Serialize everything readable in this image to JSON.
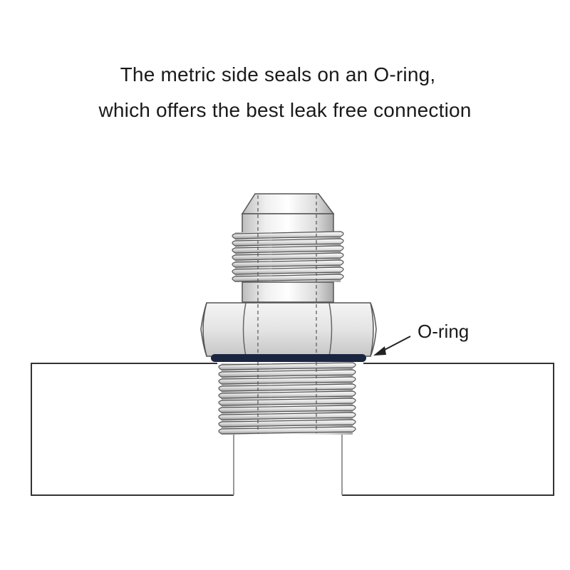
{
  "caption": {
    "line1": "The metric side seals on an O-ring,",
    "line2": "which offers the best leak free connection"
  },
  "labels": {
    "oring": "O-ring"
  },
  "colors": {
    "oring": "#1a2540",
    "outline": "#555555",
    "metal_light": "#f2f2f2",
    "metal_mid": "#d8d8d8",
    "metal_dark": "#a9a9a9",
    "block_fill": "#ffffff",
    "block_stroke": "#333333"
  }
}
